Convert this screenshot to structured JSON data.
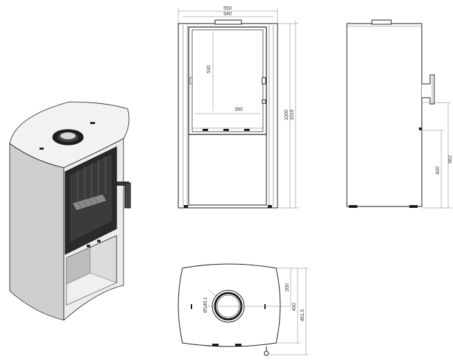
{
  "dimensions": {
    "overall_width": "550",
    "inner_width": "540",
    "glass_height": "530",
    "glass_width": "390",
    "height_total_a": "1000",
    "height_total_b": "1019",
    "flue_height": "562",
    "handle_height": "420",
    "flue_diameter": "Ø146,1",
    "flue_depth": "200",
    "depth_a": "450",
    "depth_b": "461,5"
  },
  "views": [
    {
      "name": "isometric"
    },
    {
      "name": "front"
    },
    {
      "name": "side"
    },
    {
      "name": "top"
    }
  ],
  "colors": {
    "line": "#1a1a1a",
    "dimension": "#777777",
    "body_side": "#c9c9c9",
    "body_front": "#ececec",
    "firebox": "#2a2a2a"
  }
}
